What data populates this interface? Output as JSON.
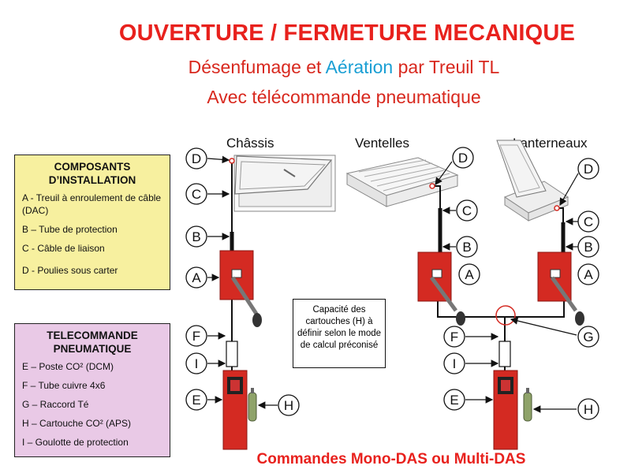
{
  "header": {
    "title": "OUVERTURE / FERMETURE MECANIQUE",
    "subtitle_part1": "Désenfumage et ",
    "subtitle_highlight": "Aération",
    "subtitle_part2": " par Treuil TL",
    "subtitle2": "Avec télécommande pneumatique"
  },
  "columns": {
    "chassis": "Châssis",
    "ventelles": "Ventelles",
    "lanterneaux": "Lanterneaux"
  },
  "components": {
    "title": "COMPOSANTS D’INSTALLATION",
    "items": [
      "A - Treuil à enroulement de câble (DAC)",
      "B – Tube de protection",
      "C - Câble de liaison",
      "D - Poulies sous carter"
    ]
  },
  "telecommande": {
    "title": "TELECOMMANDE PNEUMATIQUE",
    "items": [
      "E – Poste CO² (DCM)",
      "F – Tube cuivre 4x6",
      "G – Raccord Té",
      "H – Cartouche CO² (APS)",
      "I – Goulotte de protection"
    ]
  },
  "note": "Capacité des cartouches (H) à définir selon le mode de calcul préconisé",
  "callout_letters": [
    "A",
    "B",
    "C",
    "D",
    "E",
    "F",
    "G",
    "H",
    "I"
  ],
  "footer": "Commandes Mono-DAS ou Multi-DAS",
  "colors": {
    "title_red": "#e8211d",
    "accent_blue": "#1a9fd4",
    "components_bg": "#f7f09f",
    "telecommande_bg": "#e9c9e6",
    "device_red": "#d42a22"
  }
}
